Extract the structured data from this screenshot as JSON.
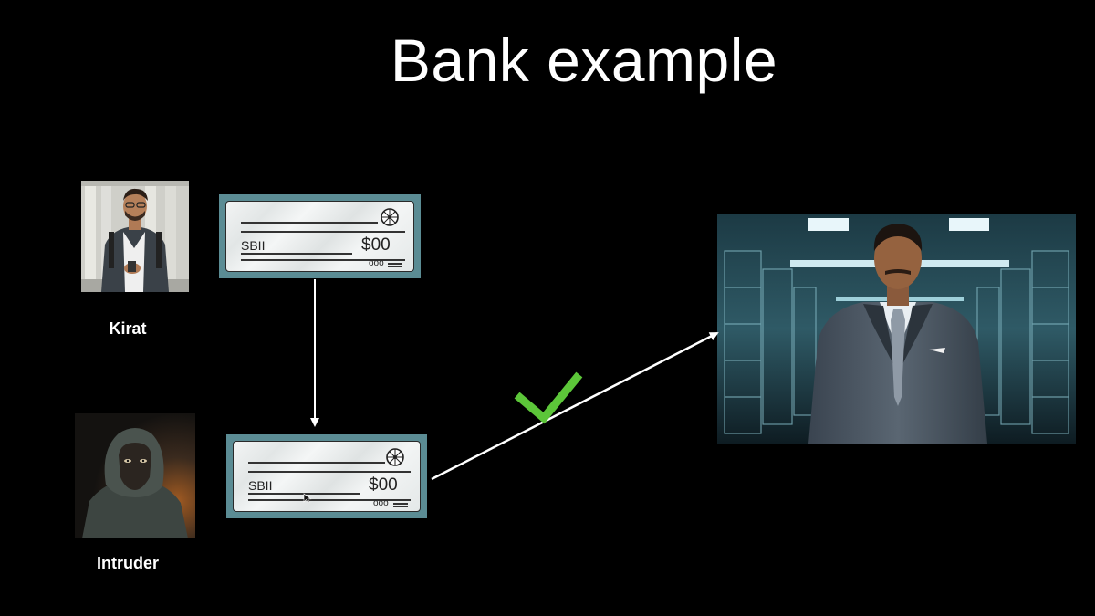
{
  "slide": {
    "title": "Bank example"
  },
  "people": {
    "kirat": {
      "label": "Kirat"
    },
    "intruder": {
      "label": "Intruder"
    }
  },
  "cheques": [
    {
      "bank": "SBII",
      "amount": "$00",
      "dots": "ooo"
    },
    {
      "bank": "SBII",
      "amount": "$00",
      "dots": "ooo"
    }
  ],
  "colors": {
    "background": "#000000",
    "cheque_frame": "#5b8c94",
    "checkmark": "#5cc639",
    "arrow": "#ffffff"
  }
}
